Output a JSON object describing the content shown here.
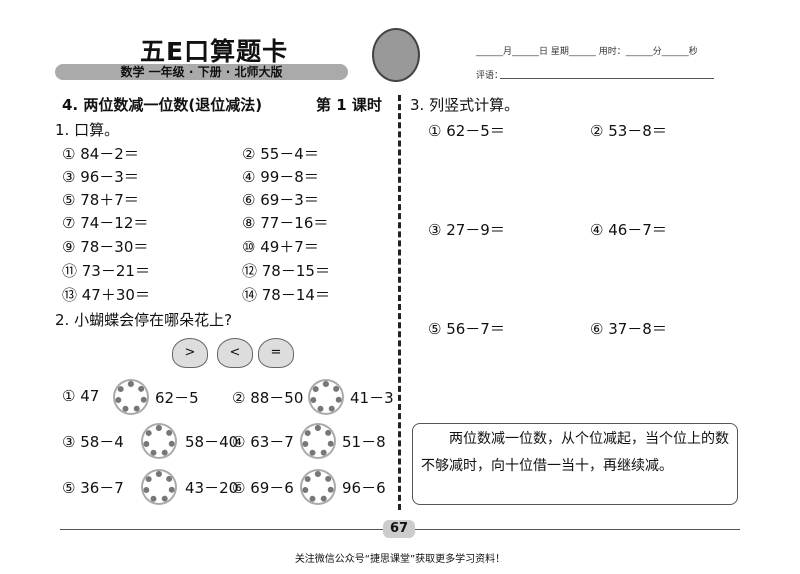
{
  "header": {
    "title": "五E口算题卡",
    "subtitle": "数学  一年级 · 下册 · 北师大版",
    "date_line": "______月______日  星期______    用时：______分______秒",
    "comment_label": "评语："
  },
  "lesson": {
    "title": "4. 两位数减一位数(退位减法)",
    "period": "第 1 课时"
  },
  "part1": {
    "label": "1. 口算。",
    "items": [
      "① 84－2＝",
      "② 55－4＝",
      "③ 96－3＝",
      "④ 99－8＝",
      "⑤ 78＋7＝",
      "⑥ 69－3＝",
      "⑦ 74－12＝",
      "⑧ 77－16＝",
      "⑨ 78－30＝",
      "⑩ 49＋7＝",
      "⑪ 73－21＝",
      "⑫ 78－15＝",
      "⑬ 47＋30＝",
      "⑭ 78－14＝"
    ]
  },
  "part2": {
    "label": "2. 小蝴蝶会停在哪朵花上?",
    "butterflies": [
      ">",
      "<",
      "="
    ],
    "items": [
      {
        "left": "① 47",
        "right": "62－5"
      },
      {
        "left": "② 88－50",
        "right": "41－3"
      },
      {
        "left": "③ 58－4",
        "right": "58－40"
      },
      {
        "left": "④ 63－7",
        "right": "51－8"
      },
      {
        "left": "⑤ 36－7",
        "right": "43－20"
      },
      {
        "left": "⑥ 69－6",
        "right": "96－6"
      }
    ]
  },
  "part3": {
    "label": "3. 列竖式计算。",
    "items": [
      "① 62－5＝",
      "② 53－8＝",
      "③ 27－9＝",
      "④ 46－7＝",
      "⑤ 56－7＝",
      "⑥ 37－8＝"
    ]
  },
  "tip": "两位数减一位数，从个位减起，当个位上的数不够减时，向十位借一当十，再继续减。",
  "page_number": "67",
  "footer": "关注微信公众号“捷思课堂”获取更多学习资料！"
}
